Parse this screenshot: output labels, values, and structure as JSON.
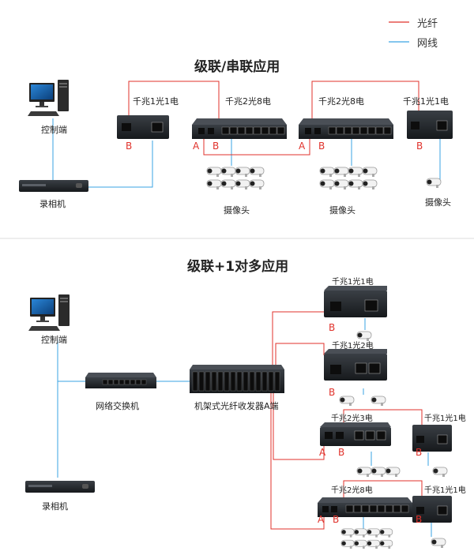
{
  "legend": {
    "fiber": "光纤",
    "network": "网线",
    "fiber_color": "#e0322b",
    "network_color": "#3aa3e3"
  },
  "section1": {
    "title": "级联/串联应用",
    "control": "控制端",
    "recorder": "录相机",
    "dev1": "千兆1光1电",
    "dev2": "千兆2光8电",
    "dev3": "千兆2光8电",
    "dev4": "千兆1光1电",
    "cam1": "摄像头",
    "cam2": "摄像头",
    "cam3": "摄像头",
    "port_a": "A",
    "port_b": "B"
  },
  "section2": {
    "title": "级联+1对多应用",
    "control": "控制端",
    "switch": "网络交换机",
    "rack": "机架式光纤收发器A端",
    "recorder": "录相机",
    "dev_1g1e": "千兆1光1电",
    "dev_1g2e": "千兆1光2电",
    "dev_2g3e": "千兆2光3电",
    "dev_2g3e_peer": "千兆1光1电",
    "dev_2g8e": "千兆2光8电",
    "dev_2g8e_peer": "千兆1光1电",
    "port_a": "A",
    "port_b": "B"
  }
}
